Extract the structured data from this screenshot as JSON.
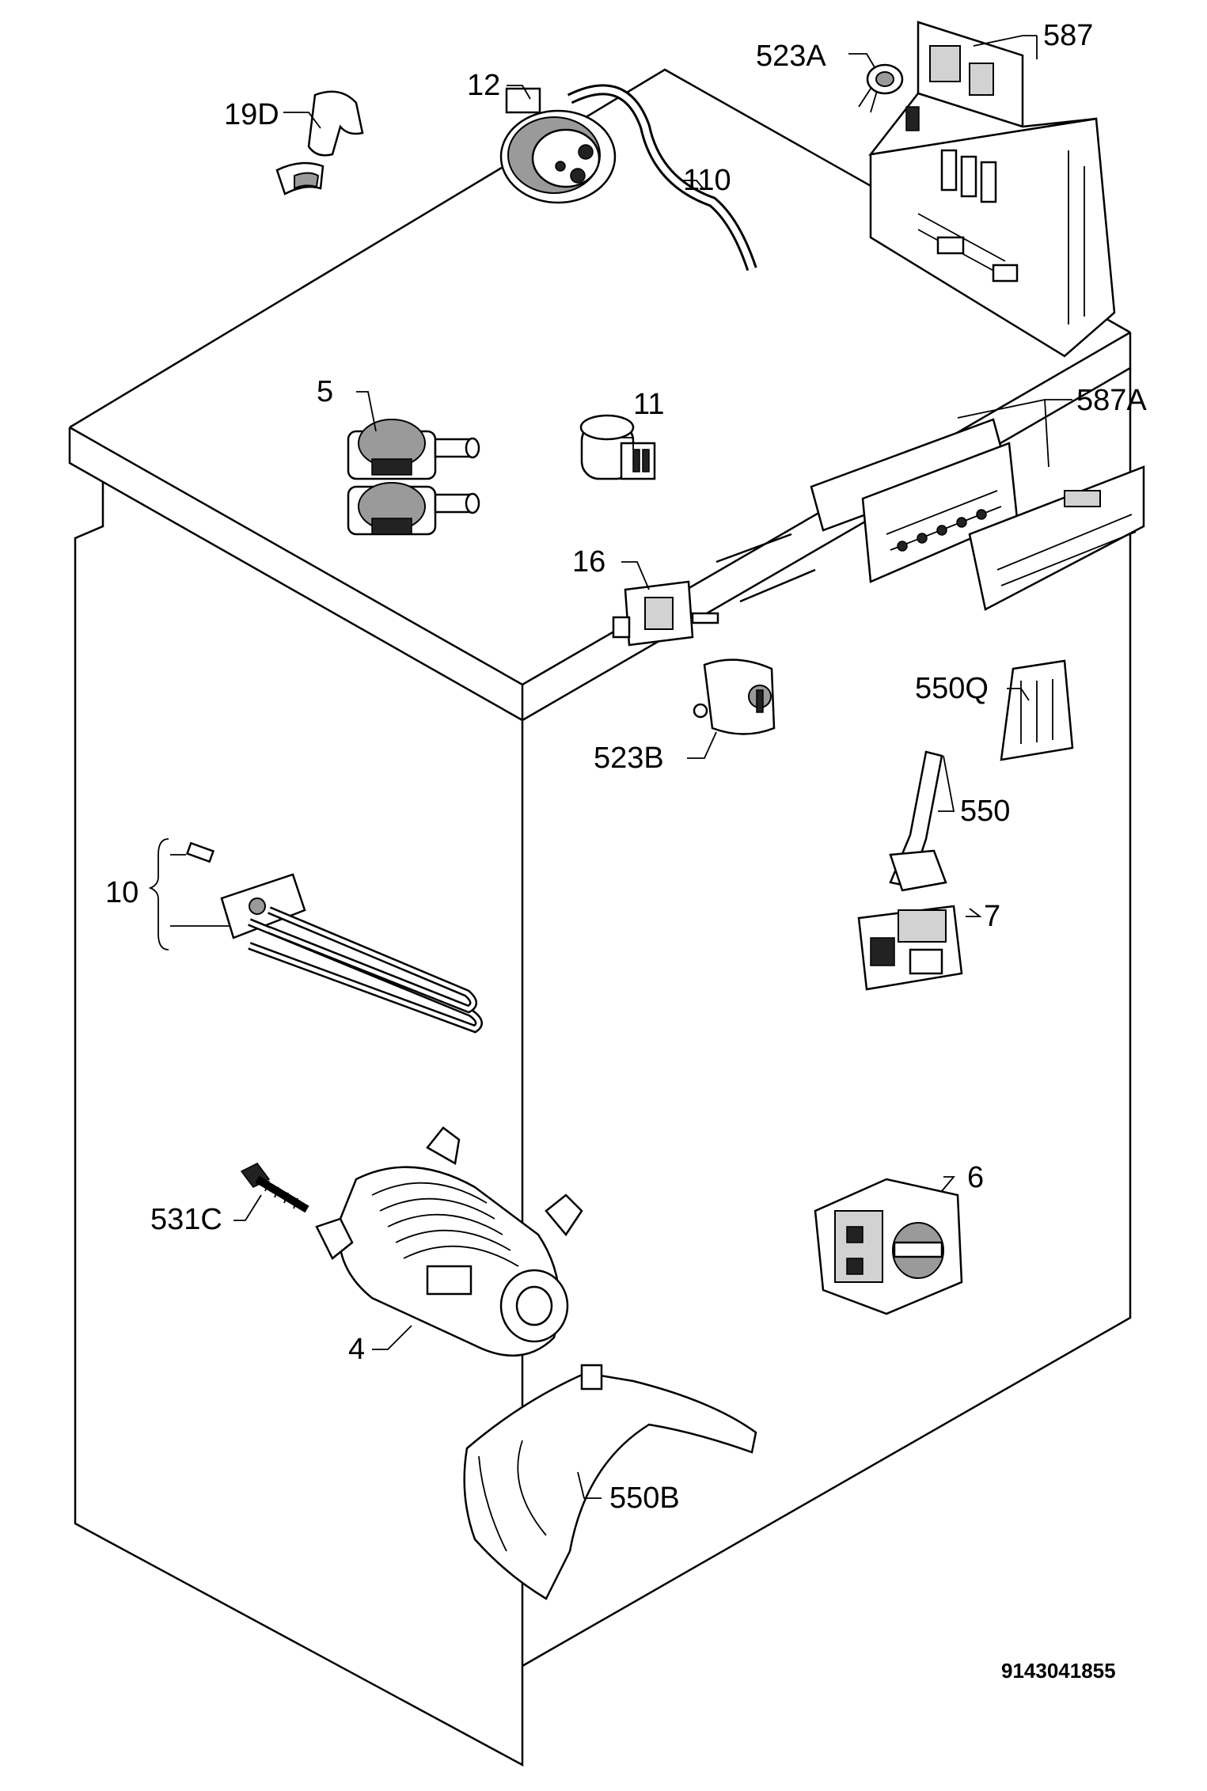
{
  "labels": {
    "p19D": "19D",
    "p12": "12",
    "p110": "110",
    "p523A": "523A",
    "p587": "587",
    "p5": "5",
    "p11": "11",
    "p587A": "587A",
    "p16": "16",
    "p523B": "523B",
    "p550Q": "550Q",
    "p550": "550",
    "p10": "10",
    "p7": "7",
    "p6": "6",
    "p531C": "531C",
    "p4": "4",
    "p550B": "550B"
  },
  "diagram_code": "9143041855"
}
